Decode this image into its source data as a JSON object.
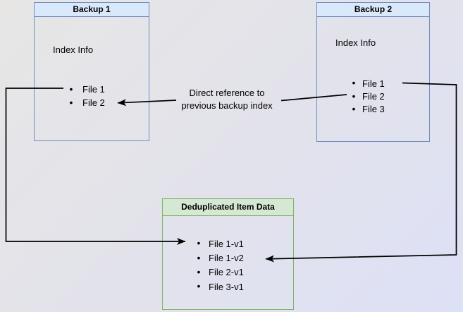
{
  "diagram": {
    "backup1": {
      "title": "Backup 1",
      "index_label": "Index Info",
      "files": [
        "File 1",
        "File 2"
      ]
    },
    "backup2": {
      "title": "Backup 2",
      "index_label": "Index Info",
      "files": [
        "File 1",
        "File 2",
        "File 3"
      ]
    },
    "dedup": {
      "title": "Deduplicated Item Data",
      "files": [
        "File 1-v1",
        "File 1-v2",
        "File 2-v1",
        "File 3-v1"
      ]
    },
    "edge_label": {
      "line1": "Direct reference to",
      "line2": "previous backup index"
    },
    "colors": {
      "blue_fill": "#dae8fc",
      "blue_border": "#6c8ebf",
      "green_fill": "#d5e8d4",
      "green_border": "#82b366",
      "arrow": "#000000",
      "bg_from": "#e7e6e5",
      "bg_to": "#dde1f6"
    }
  }
}
